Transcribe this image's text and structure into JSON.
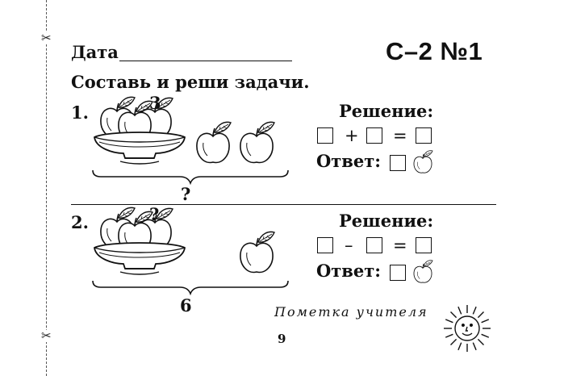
{
  "header": {
    "date_label": "Дата",
    "code": "С–2  №1"
  },
  "instruction": "Составь и реши задачи.",
  "problems": [
    {
      "number": "1.",
      "top_label": "3",
      "bottom_label": "?",
      "solution_label": "Решение:",
      "operator": "+",
      "equals": "=",
      "answer_label": "Ответ:"
    },
    {
      "number": "2.",
      "top_label": "?",
      "bottom_label": "6",
      "solution_label": "Решение:",
      "operator": "–",
      "equals": "=",
      "answer_label": "Ответ:"
    }
  ],
  "footer": {
    "teacher_mark": "Пометка учителя",
    "page_number": "9"
  },
  "icons": {
    "scissors": "scissors-icon",
    "apple": "apple-icon",
    "bowl": "bowl-icon",
    "sun": "sun-icon"
  }
}
